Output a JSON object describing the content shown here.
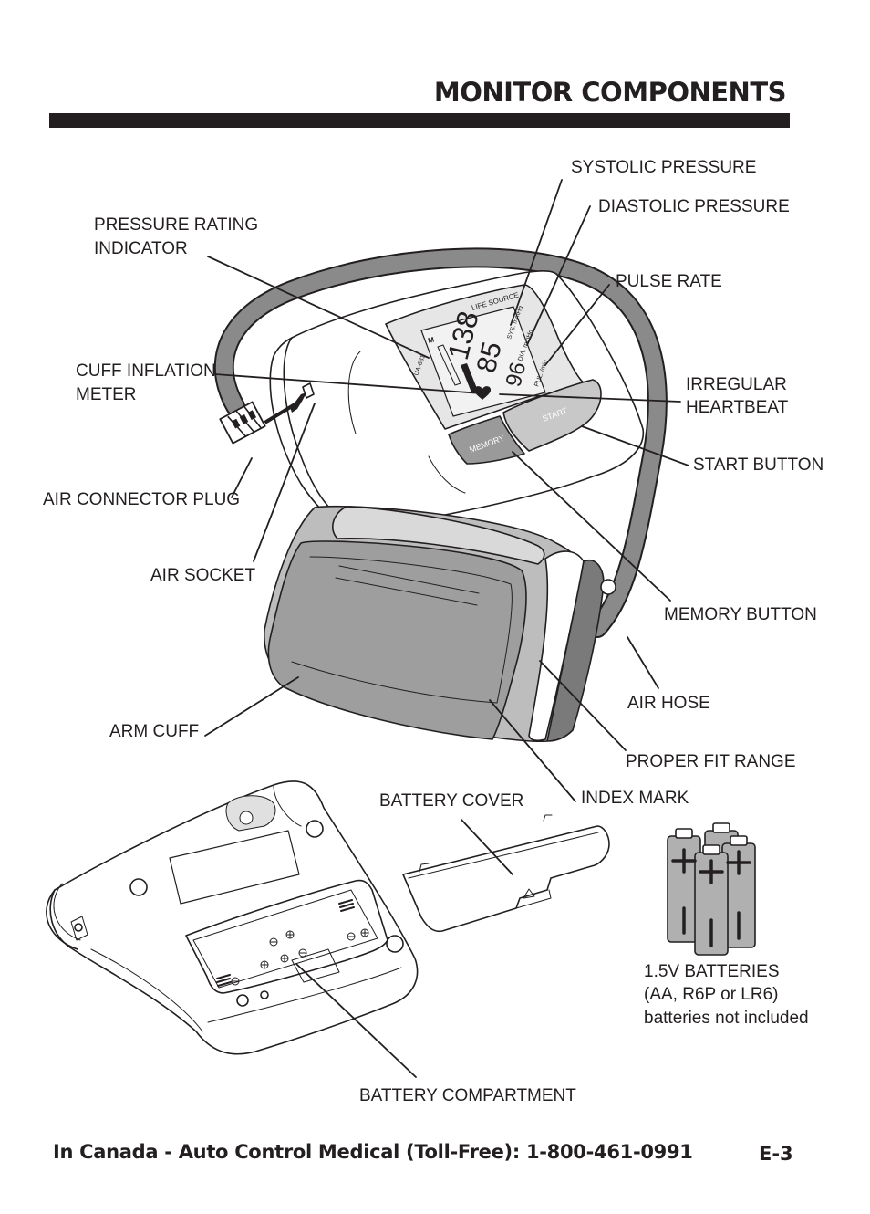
{
  "page": {
    "title": "MONITOR COMPONENTS",
    "footer": "In Canada - Auto Control Medical (Toll-Free): 1-800-461-0991",
    "page_number": "E-3"
  },
  "labels": {
    "systolic_pressure": "SYSTOLIC PRESSURE",
    "diastolic_pressure": "DIASTOLIC PRESSURE",
    "pressure_rating_indicator_1": "PRESSURE RATING",
    "pressure_rating_indicator_2": "INDICATOR",
    "pulse_rate": "PULSE RATE",
    "cuff_inflation_meter_1": "CUFF INFLATION",
    "cuff_inflation_meter_2": "METER",
    "irregular_heartbeat_1": "IRREGULAR",
    "irregular_heartbeat_2": "HEARTBEAT",
    "start_button": "START BUTTON",
    "air_connector_plug": "AIR CONNECTOR PLUG",
    "air_socket": "AIR SOCKET",
    "memory_button": "MEMORY BUTTON",
    "air_hose": "AIR HOSE",
    "arm_cuff": "ARM CUFF",
    "proper_fit_range": "PROPER FIT RANGE",
    "battery_cover": "BATTERY COVER",
    "index_mark": "INDEX MARK",
    "batteries_1": "1.5V BATTERIES",
    "batteries_2": "(AA, R6P or LR6)",
    "batteries_3": "batteries not included",
    "battery_compartment": "BATTERY COMPARTMENT"
  },
  "device": {
    "brand": "LIFE SOURCE",
    "model": "UA-631",
    "sys": "138",
    "dia": "85",
    "pul": "96",
    "sys_unit": "SYS. mmHg",
    "dia_unit": "DIA. mmHg",
    "pul_unit": "PUL. /min",
    "memory_label": "MEMORY",
    "start_label": "START",
    "m_label": "M"
  }
}
